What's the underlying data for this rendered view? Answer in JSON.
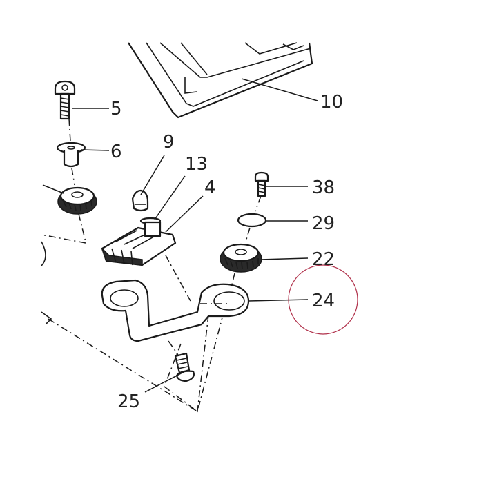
{
  "callouts": {
    "c5": "5",
    "c6": "6",
    "c9": "9",
    "c10": "10",
    "c13": "13",
    "c4": "4",
    "c38": "38",
    "c29": "29",
    "c22": "22",
    "c24": "24",
    "c25": "25"
  },
  "highlight": {
    "target": "24",
    "color": "#b0304a"
  }
}
